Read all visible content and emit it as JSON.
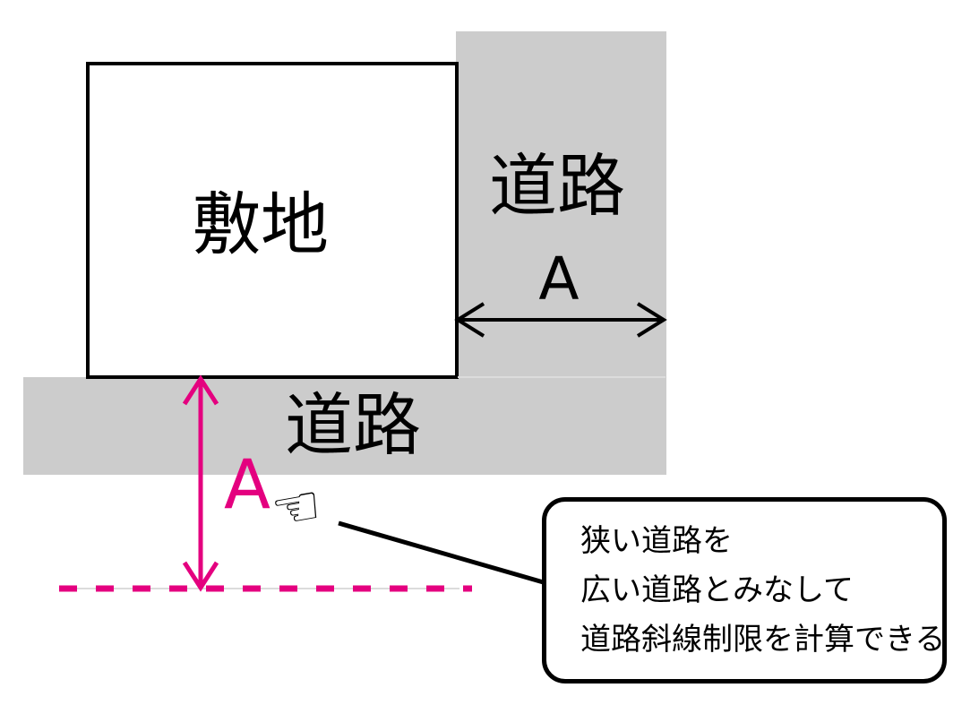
{
  "diagram": {
    "site": {
      "label": "敷地"
    },
    "right_road": {
      "label": "道路",
      "width_label": "A"
    },
    "bottom_road": {
      "label": "道路"
    },
    "deemed_width": {
      "label": "A"
    },
    "hand_icon": "☜",
    "callout": {
      "line1": "狭い道路を",
      "line2": "広い道路とみなして",
      "line3": "道路斜線制限を計算できる"
    },
    "colors": {
      "road_gray": "#cccccc",
      "accent_pink": "#e4007f",
      "line_black": "#000000",
      "background": "#ffffff"
    }
  }
}
